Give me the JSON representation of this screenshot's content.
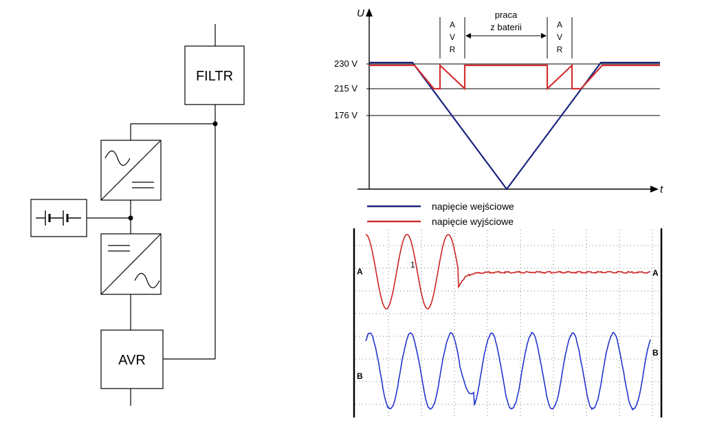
{
  "block_diagram": {
    "filter_label": "FILTR",
    "avr_label": "AVR"
  },
  "voltage_chart": {
    "y_axis_label": "U",
    "x_axis_label": "t",
    "levels": [
      "230 V",
      "215 V",
      "176 V"
    ],
    "avr_letters": [
      "A",
      "V",
      "R"
    ],
    "battery_label_line1": "praca",
    "battery_label_line2": "z baterii",
    "legend": [
      {
        "label": "napięcie wejściowe",
        "color": "#1a237e"
      },
      {
        "label": "napięcie wyjściowe",
        "color": "#d32f2f"
      }
    ]
  },
  "oscilloscope": {
    "channel_a": "A",
    "channel_b": "B",
    "trigger_marker": "1",
    "color_a": "#cc2222",
    "color_b": "#2233cc"
  }
}
